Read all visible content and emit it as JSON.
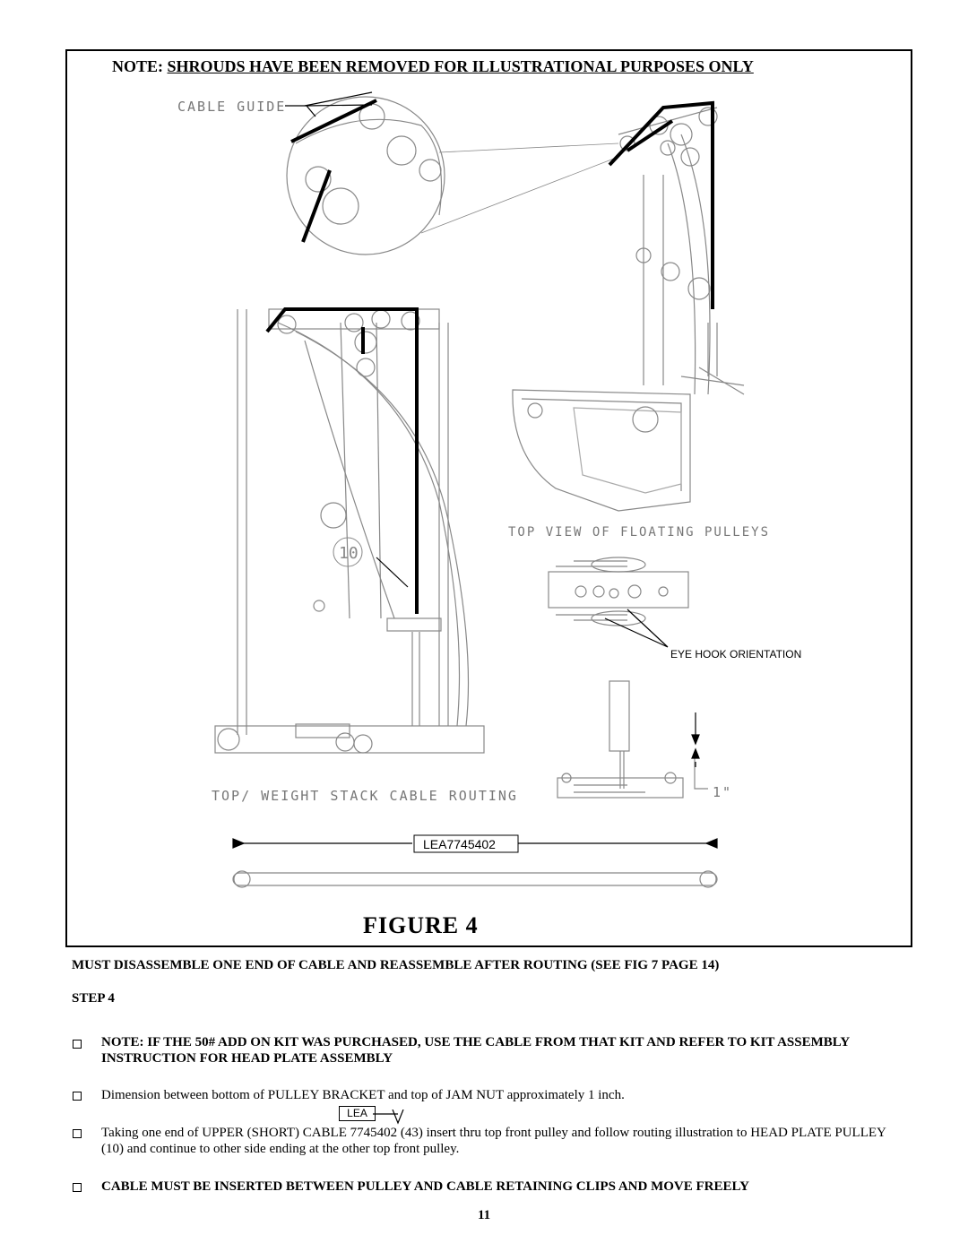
{
  "header": {
    "note_prefix": "NOTE:",
    "note_text": "SHROUDS HAVE BEEN REMOVED FOR ILLUSTRATIONAL PURPOSES ONLY"
  },
  "diagram": {
    "cable_guide_label": "CABLE GUIDE",
    "top_view_label": "TOP VIEW OF FLOATING PULLEYS",
    "eye_hook_label": "EYE HOOK ORIENTATION",
    "weight_stack_label": "TOP/ WEIGHT STACK CABLE ROUTING",
    "part_callout": "10",
    "dimension_label": "1\"",
    "cable_part_number": "LEA7745402"
  },
  "figure_caption": "FIGURE  4",
  "instructions": {
    "warning": "MUST DISASSEMBLE ONE END OF CABLE AND REASSEMBLE AFTER ROUTING (SEE FIG 7 PAGE 14)",
    "step_label": "STEP 4",
    "bullets": [
      "NOTE:  IF THE 50# ADD ON KIT WAS PURCHASED,  USE THE CABLE FROM THAT KIT AND REFER TO KIT ASSEMBLY INSTRUCTION  FOR HEAD PLATE ASSEMBLY",
      "Dimension between bottom of PULLEY BRACKET and top of JAM NUT approximately 1 inch.",
      "Taking one end of  UPPER (SHORT) CABLE 7745402 (43) insert thru top front pulley and follow routing illustration to HEAD PLATE PULLEY (10) and continue to other side ending at the other top front pulley.",
      "CABLE MUST BE INSERTED BETWEEN PULLEY AND CABLE RETAINING CLIPS AND MOVE FREELY"
    ],
    "inline_tag": "LEA"
  },
  "page_number": "11"
}
